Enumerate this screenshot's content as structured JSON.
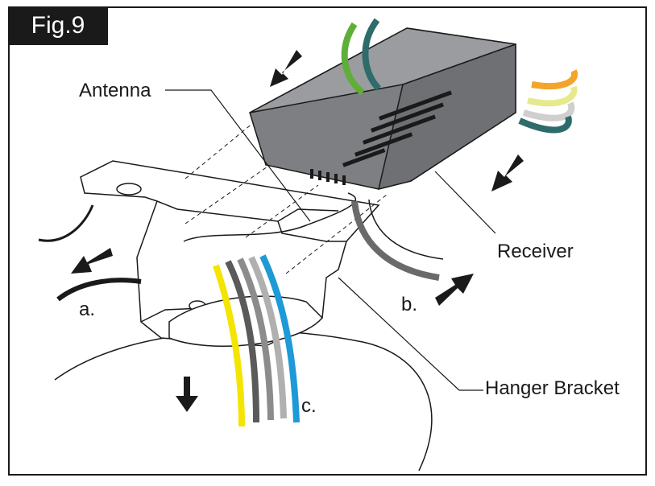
{
  "figure": {
    "tab_label": "Fig.9"
  },
  "labels": {
    "antenna": "Antenna",
    "receiver": "Receiver",
    "hanger_bracket": "Hanger Bracket",
    "step_a": "a.",
    "step_b": "b.",
    "step_c": "c."
  },
  "colors": {
    "receiver_body": "#7d7f82",
    "receiver_top": "#9a9c9f",
    "wire_yellow": "#f4e400",
    "wire_blue": "#1e9ad6",
    "wire_gray": "#8c8c8c",
    "wire_dark": "#5a5a5a",
    "wire_green": "#5fae3a",
    "wire_teal": "#2e6b6b",
    "wire_orange": "#f3a52b",
    "wire_lightyellow": "#e7ea8c",
    "outline": "#1a1a1a"
  }
}
